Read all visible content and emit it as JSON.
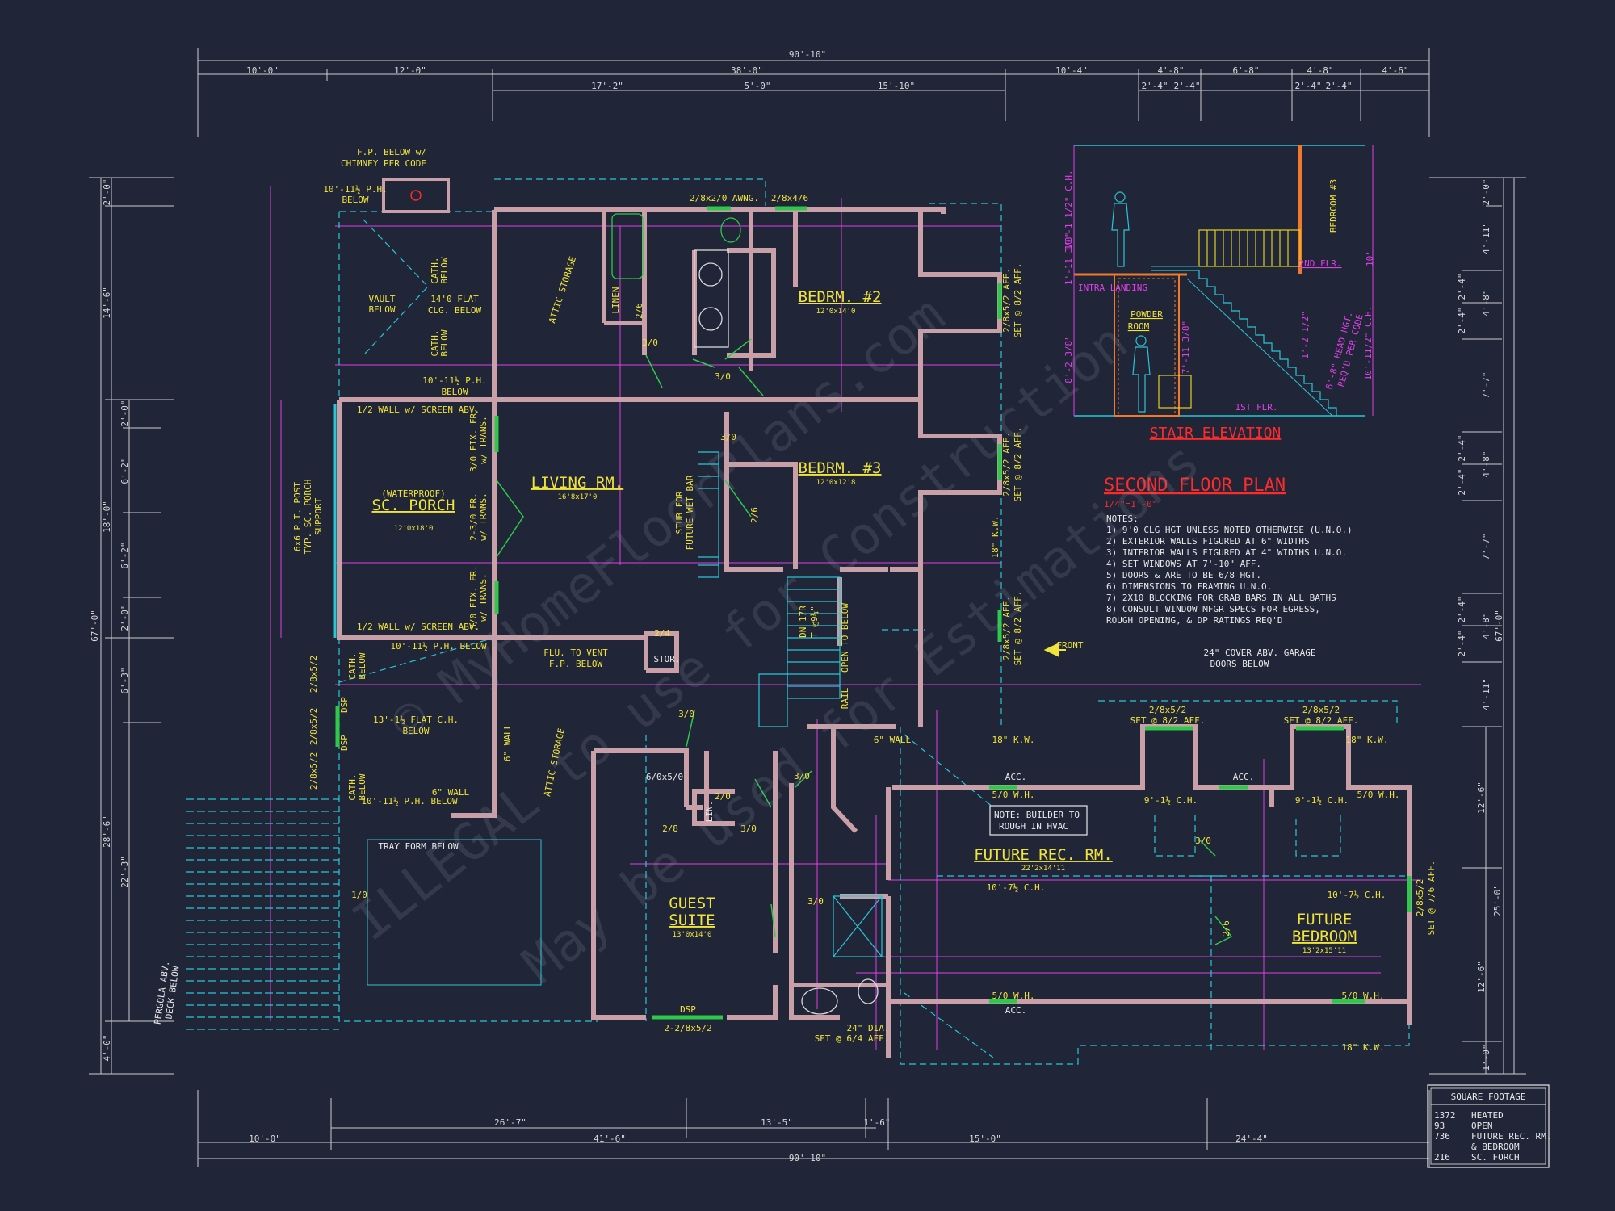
{
  "overall_dims": {
    "top": "90'-10\"",
    "bottom": "90'-10\"",
    "left": "67'-0\"",
    "right": "67'-0\""
  },
  "top_dims_row1": [
    "10'-0\"",
    "12'-0\"",
    "38'-0\"",
    "10'-4\"",
    "4'-8\"",
    "6'-8\"",
    "4'-8\"",
    "4'-6\""
  ],
  "top_dims_row2": [
    "17'-2\"",
    "5'-0\"",
    "15'-10\"",
    "2'-4\"",
    "2'-4\"",
    "2'-4\"",
    "2'-4\""
  ],
  "bottom_dims_row1": [
    "26'-7\"",
    "13'-5\"",
    "1'-6\""
  ],
  "bottom_dims_row2": [
    "10'-0\"",
    "41'-6\"",
    "15'-0\"",
    "24'-4\""
  ],
  "left_dims": [
    "2'-0\"",
    "14'-6\"",
    "18'-0\"",
    "28'-6\"",
    "4'-0\""
  ],
  "left_dims_inner": [
    "2'-0\"",
    "6'-2\"",
    "6'-2\"",
    "2'-0\"",
    "6'-3\"",
    "22'-3\""
  ],
  "right_dims": [
    "2'-0\"",
    "4'-11\"",
    "2'-4\"",
    "4'-8\"",
    "2'-4\"",
    "7'-7\"",
    "2'-4\"",
    "4'-8\"",
    "2'-4\"",
    "7'-7\"",
    "2'-4\"",
    "4'-8\"",
    "2'-4\"",
    "4'-11\"",
    "12'-6\"",
    "25'-0\"",
    "12'-6\"",
    "1'-0\""
  ],
  "rooms": {
    "bedroom2": {
      "name": "BEDRM. #2",
      "size": "12'0x14'0"
    },
    "bedroom3": {
      "name": "BEDRM. #3",
      "size": "12'0x12'8"
    },
    "living": {
      "name": "LIVING RM.",
      "size": "16'8x17'0"
    },
    "porch": {
      "name": "SC. PORCH",
      "sub": "(WATERPROOF)",
      "size": "12'0x18'0"
    },
    "guest": {
      "name": "GUEST",
      "name2": "SUITE",
      "size": "13'0x14'0"
    },
    "future_rec": {
      "name": "FUTURE REC. RM.",
      "size": "22'2x14'11"
    },
    "future_bed": {
      "name": "FUTURE",
      "name2": "BEDROOM",
      "size": "13'2x15'11"
    }
  },
  "labels": {
    "fp_below": "F.P. BELOW w/",
    "chimney": "CHIMNEY PER CODE",
    "ph_below_1": "10'-11½ P.H.",
    "ph_below_1b": "BELOW",
    "vault": "VAULT",
    "vault2": "BELOW",
    "flat_clg": "14'0 FLAT",
    "flat_clg2": "CLG. BELOW",
    "cath1": "CATH.",
    "cath1b": "BELOW",
    "attic_storage": "ATTIC STORAGE",
    "ph_below_2": "10'-11½ P.H.",
    "ph_below_2b": "BELOW",
    "half_wall_1": "1/2 WALL w/ SCREEN ABV.",
    "half_wall_2": "1/2 WALL w/ SCREEN ABV.",
    "ph_below_3": "10'-11½ P.H. BELOW",
    "post": "6x6 P.T. POST",
    "post2": "TYP. SC. PORCH",
    "post3": "SUPPORT",
    "fix_fr1": "3/0 FIX. FR.",
    "fix_fr1b": "w/ TRANS.",
    "fr2": "2-3/0 FR.",
    "fr2b": "w/ TRANS.",
    "fix_fr3": "3/0 FIX. FR.",
    "fix_fr3b": "w/ TRANS.",
    "stub": "STUB FOR",
    "stub2": "FUTURE WET BAR",
    "flu": "FLU. TO VENT",
    "flu2": "F.P. BELOW",
    "stor": "STOR.",
    "linen": "LINEN",
    "open_below": "OPEN TO BELOW",
    "rail": "RAIL",
    "dn_stair": "DN 17R",
    "dn_stair2": "T @9¼\"",
    "flat_ch": "13'-1½ FLAT C.H.",
    "flat_ch2": "BELOW",
    "wall6_1": "6\" WALL",
    "wall6_2": "6\" WALL",
    "wall6_3": "6\" WALL",
    "ph_below_4": "10'-11½ P.H. BELOW",
    "tray": "TRAY FORM BELOW",
    "pergola": "PERGOLA ABV.",
    "pergola2": "DECK BELOW",
    "front": "FRONT",
    "cover": "24\" COVER ABV. GARAGE",
    "cover2": "DOORS BELOW",
    "note_builder": "NOTE: BUILDER TO",
    "note_builder2": "ROUGH IN HVAC",
    "acc1": "ACC.",
    "acc2": "ACC.",
    "acc3": "ACC.",
    "wh510_1": "5/0 W.H.",
    "wh510_2": "5/0 W.H.",
    "wh510_3": "5/0 W.H.",
    "wh510_4": "5/0 W.H.",
    "kw1": "18\" K.W.",
    "kw2": "18\" K.W.",
    "kw3": "18\" K.W.",
    "kw4": "18\" K.W.",
    "ch_rec": "10'-7½ C.H.",
    "ch_bed": "10'-7½ C.H.",
    "ch_91_a": "9'-1½ C.H.",
    "ch_91_b": "9'-1½ C.H.",
    "dia": "24\" DIA.",
    "dia2": "SET @ 6/4 AFF.",
    "dsp": "DSP",
    "win_bottom": "2-2/8x5/2",
    "win_top1": "2/8x2/0 AWNG.",
    "win_top2": "2/8x4/6",
    "win_r1": "2/8x5/2 AFF.",
    "win_r1b": "SET @ 8/2 AFF.",
    "win_gar1": "2/8x5/2",
    "win_gar1b": "SET @ 8/2 AFF.",
    "win_gar2": "2/8x5/2",
    "win_gar2b": "SET @ 8/2 AFF.",
    "win_fb": "2/8x5/2",
    "win_fb2": "SET @ 7/6 AFF.",
    "door30": "3/0",
    "door28": "2/8",
    "door26": "2/6",
    "door24": "2/4",
    "door20": "2/0",
    "door10": "1/0",
    "walk_in": "6/0x5/0",
    "lin": "LIN."
  },
  "stair_elevation": {
    "title": "STAIR ELEVATION",
    "intra_landing": "INTRA LANDING",
    "powder": "POWDER",
    "powder2": "ROOM",
    "bedroom": "BEDROOM #3",
    "second_flr": "2ND FLR.",
    "first_flr": "1ST FLR.",
    "head_hgt": "6'-8\" HEAD HGT.",
    "head_hgt2": "REQ'D PER CODE",
    "dim_a": "10'-1 1/2\" C.H.",
    "dim_b": "10'-11/2\" C.H.",
    "dim_c": "1'-11 3/8\"",
    "dim_d": "8'-2 3/8\"",
    "dim_e": "1'-2 1/2\"",
    "dim_f": "7'-11 3/8\"",
    "dim_g": "10'"
  },
  "second_floor": {
    "title": "SECOND FLOOR PLAN",
    "scale": "1/4\"=1'-0\"",
    "notes_heading": "NOTES:",
    "notes": [
      "1)  9'0 CLG HGT UNLESS NOTED OTHERWISE (U.N.O.)",
      "2)  EXTERIOR WALLS FIGURED AT 6\" WIDTHS",
      "3)  INTERIOR WALLS FIGURED AT 4\" WIDTHS U.N.O.",
      "4)  SET WINDOWS AT 7'-10\" AFF.",
      "5)  DOORS & ARE TO BE 6/8 HGT.",
      "6)  DIMENSIONS TO FRAMING U.N.O.",
      "7)  2X10 BLOCKING FOR GRAB BARS IN ALL BATHS",
      "8)  CONSULT WINDOW MFGR SPECS FOR EGRESS,",
      "     ROUGH OPENING, & DP RATINGS REQ'D"
    ]
  },
  "square_footage": {
    "title": "SQUARE FOOTAGE",
    "rows": [
      {
        "value": "1372",
        "label": "HEATED"
      },
      {
        "value": "93",
        "label": "OPEN"
      },
      {
        "value": "736",
        "label": "FUTURE REC. RM."
      },
      {
        "value": "",
        "label": "& BEDROOM"
      },
      {
        "value": "216",
        "label": "SC. FORCH"
      }
    ]
  },
  "watermark": {
    "line1": "© MyHomeFloorPlans.com",
    "line2": "ILLEGAL to use for Construction",
    "line3": "May be used for Estimations"
  },
  "colors": {
    "background": "#202537",
    "wall": "#c9a0a8",
    "dimension": "#d9d9d9",
    "label": "#f0e43a",
    "magenta": "#e040e8",
    "cyan": "#29c6d6",
    "green": "#2ec94a",
    "red": "#ff2b2b"
  }
}
